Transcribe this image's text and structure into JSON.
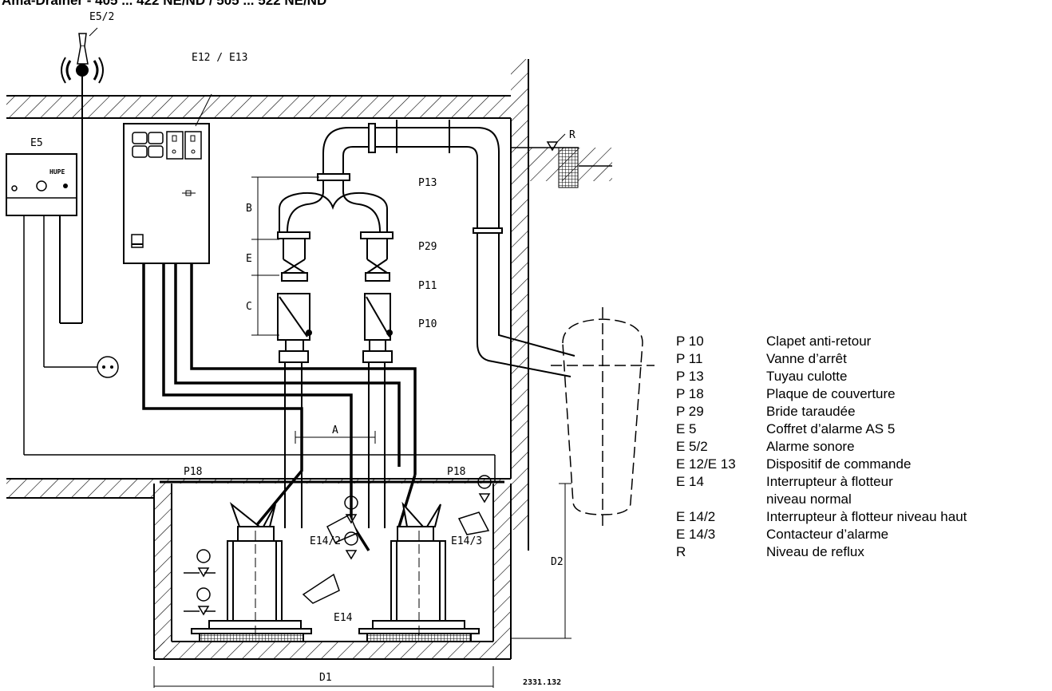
{
  "title": "Ama-Drainer - 405 ... 422 NE/ND / 505 ... 522 NE/ND",
  "labels": {
    "e5_2": "E5/2",
    "e12_e13": "E12 / E13",
    "e5": "E5",
    "hupe": "HUPE",
    "r": "R",
    "p13": "P13",
    "p29": "P29",
    "p11": "P11",
    "p10": "P10",
    "p18_left": "P18",
    "p18_right": "P18",
    "e14_2": "E14/2",
    "e14_3": "E14/3",
    "e14": "E14",
    "a": "A",
    "b": "B",
    "e": "E",
    "c": "C",
    "d1": "D1",
    "d2": "D2"
  },
  "legend": [
    {
      "code": "P 10",
      "desc": "Clapet anti-retour"
    },
    {
      "code": "P 11",
      "desc": "Vanne d’arrêt"
    },
    {
      "code": "P 13",
      "desc": "Tuyau culotte"
    },
    {
      "code": "P 18",
      "desc": "Plaque de couverture"
    },
    {
      "code": "P 29",
      "desc": "Bride taraudée"
    },
    {
      "code": "E 5",
      "desc": "Coffret d’alarme AS 5"
    },
    {
      "code": "E 5/2",
      "desc": "Alarme sonore"
    },
    {
      "code": "E 12/E 13",
      "desc": "Dispositif de commande"
    },
    {
      "code": "E 14",
      "desc": "Interrupteur à flotteur"
    },
    {
      "code": "",
      "desc": "niveau normal"
    },
    {
      "code": "E 14/2",
      "desc": "Interrupteur à flotteur niveau haut"
    },
    {
      "code": "E 14/3",
      "desc": "Contacteur d’alarme"
    },
    {
      "code": "R",
      "desc": "Niveau de reflux"
    }
  ],
  "drawing_number": "2331.132"
}
